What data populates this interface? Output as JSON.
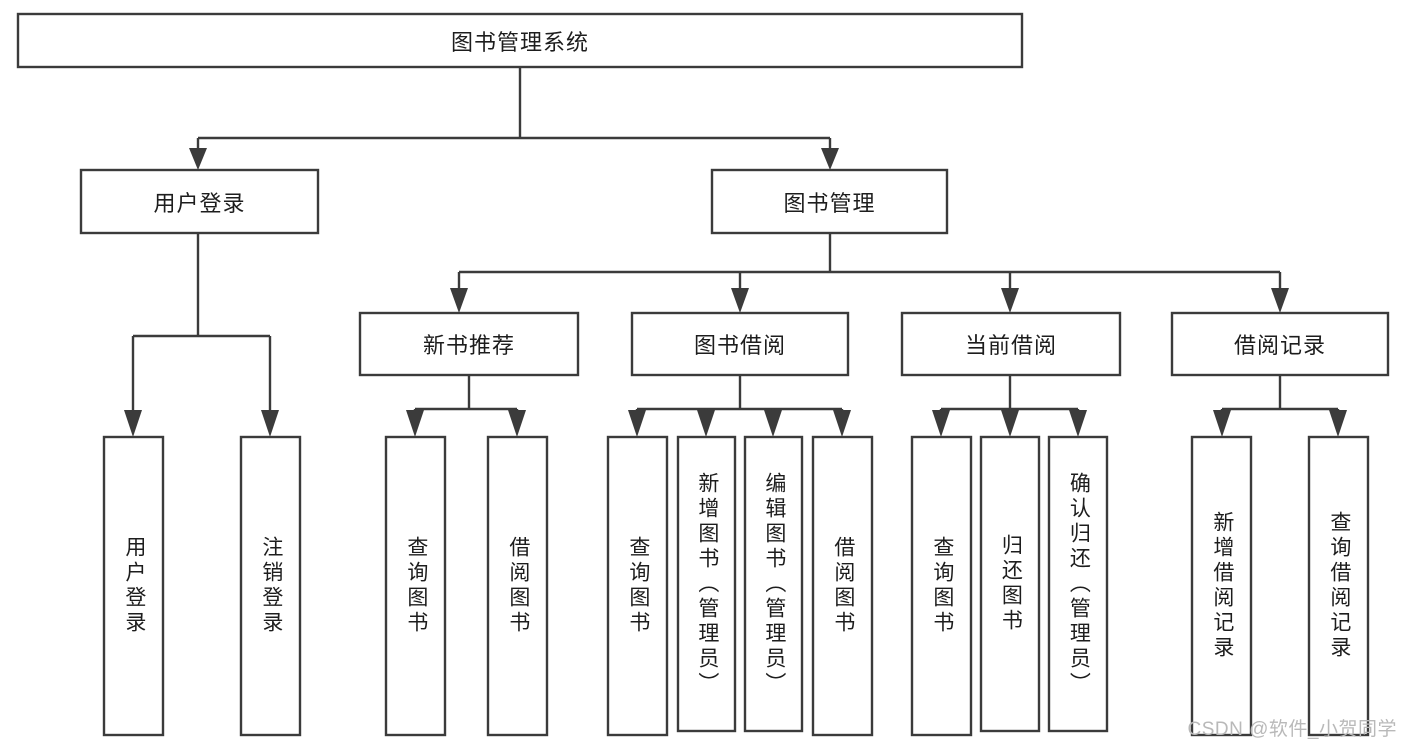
{
  "diagram": {
    "type": "tree",
    "orientation": "top-down",
    "root": {
      "id": "root",
      "label": "图书管理系统"
    },
    "level1": [
      {
        "id": "user-login",
        "label": "用户登录"
      },
      {
        "id": "book-management",
        "label": "图书管理"
      }
    ],
    "level2": [
      {
        "id": "new-book-recommend",
        "label": "新书推荐",
        "parent": "book-management"
      },
      {
        "id": "book-borrow",
        "label": "图书借阅",
        "parent": "book-management"
      },
      {
        "id": "current-borrow",
        "label": "当前借阅",
        "parent": "book-management"
      },
      {
        "id": "borrow-record",
        "label": "借阅记录",
        "parent": "book-management"
      }
    ],
    "leaves": [
      {
        "id": "leaf-user-login",
        "label": "用户登录",
        "parent": "user-login"
      },
      {
        "id": "leaf-logout",
        "label": "注销登录",
        "parent": "user-login"
      },
      {
        "id": "leaf-query-book-1",
        "label": "查询图书",
        "parent": "new-book-recommend"
      },
      {
        "id": "leaf-borrow-book-1",
        "label": "借阅图书",
        "parent": "new-book-recommend"
      },
      {
        "id": "leaf-query-book-2",
        "label": "查询图书",
        "parent": "book-borrow"
      },
      {
        "id": "leaf-add-book",
        "label": "新增图书（管理员）",
        "parent": "book-borrow"
      },
      {
        "id": "leaf-edit-book",
        "label": "编辑图书（管理员）",
        "parent": "book-borrow"
      },
      {
        "id": "leaf-borrow-book-2",
        "label": "借阅图书",
        "parent": "book-borrow"
      },
      {
        "id": "leaf-query-book-3",
        "label": "查询图书",
        "parent": "current-borrow"
      },
      {
        "id": "leaf-return-book",
        "label": "归还图书",
        "parent": "current-borrow"
      },
      {
        "id": "leaf-confirm-return",
        "label": "确认归还（管理员）",
        "parent": "current-borrow"
      },
      {
        "id": "leaf-add-record",
        "label": "新增借阅记录",
        "parent": "borrow-record"
      },
      {
        "id": "leaf-query-record",
        "label": "查询借阅记录",
        "parent": "borrow-record"
      }
    ]
  },
  "watermark": {
    "text": "CSDN @软件_小贺同学"
  },
  "colors": {
    "stroke": "#3b3b3b",
    "fill": "#ffffff",
    "text": "#1d1d1d",
    "watermark": "#b9b9b9",
    "background": "#ffffff"
  }
}
